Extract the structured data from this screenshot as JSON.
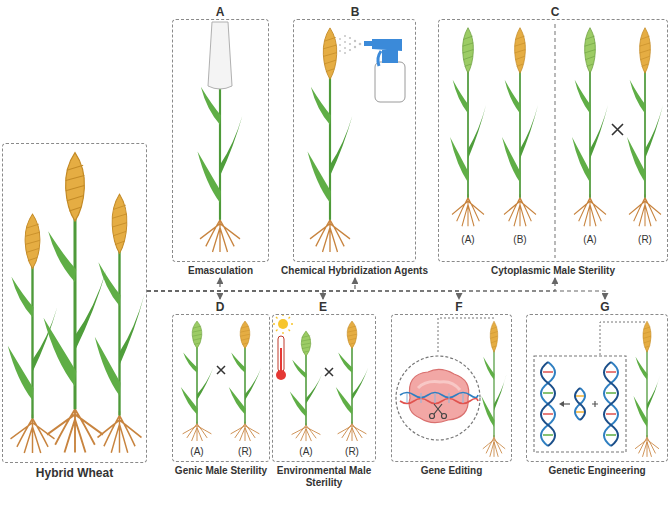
{
  "diagram": {
    "nodes": [
      {
        "text": [
          "Hybrid Wheat"
        ]
      },
      {
        "text": [
          "A",
          "Emasculation"
        ]
      },
      {
        "text": [
          "B",
          "Chemical Hybridization Agents"
        ]
      },
      {
        "text": [
          "C",
          "Cytoplasmic Male Sterility"
        ]
      },
      {
        "text": [
          "D",
          "Genic Male Sterility"
        ]
      },
      {
        "text": [
          "E",
          "Environmental Male Sterility"
        ]
      },
      {
        "text": [
          "F",
          "Gene Editing"
        ]
      },
      {
        "text": [
          "G",
          "Genetic Engineering"
        ]
      }
    ],
    "edges": [
      {
        "from": 0,
        "to": 1,
        "arrow": "to"
      },
      {
        "from": 0,
        "to": 2,
        "arrow": "to"
      },
      {
        "from": 0,
        "to": 3,
        "arrow": "to"
      },
      {
        "from": 0,
        "to": 4,
        "arrow": "to"
      },
      {
        "from": 0,
        "to": 5,
        "arrow": "to"
      },
      {
        "from": 0,
        "to": 6,
        "arrow": "to"
      },
      {
        "from": 0,
        "to": 7,
        "arrow": "to"
      }
    ],
    "labels": [
      "(A)",
      "(B)",
      "(A)",
      "(R)",
      "(A)",
      "(R)",
      "(A)",
      "(R)"
    ]
  }
}
